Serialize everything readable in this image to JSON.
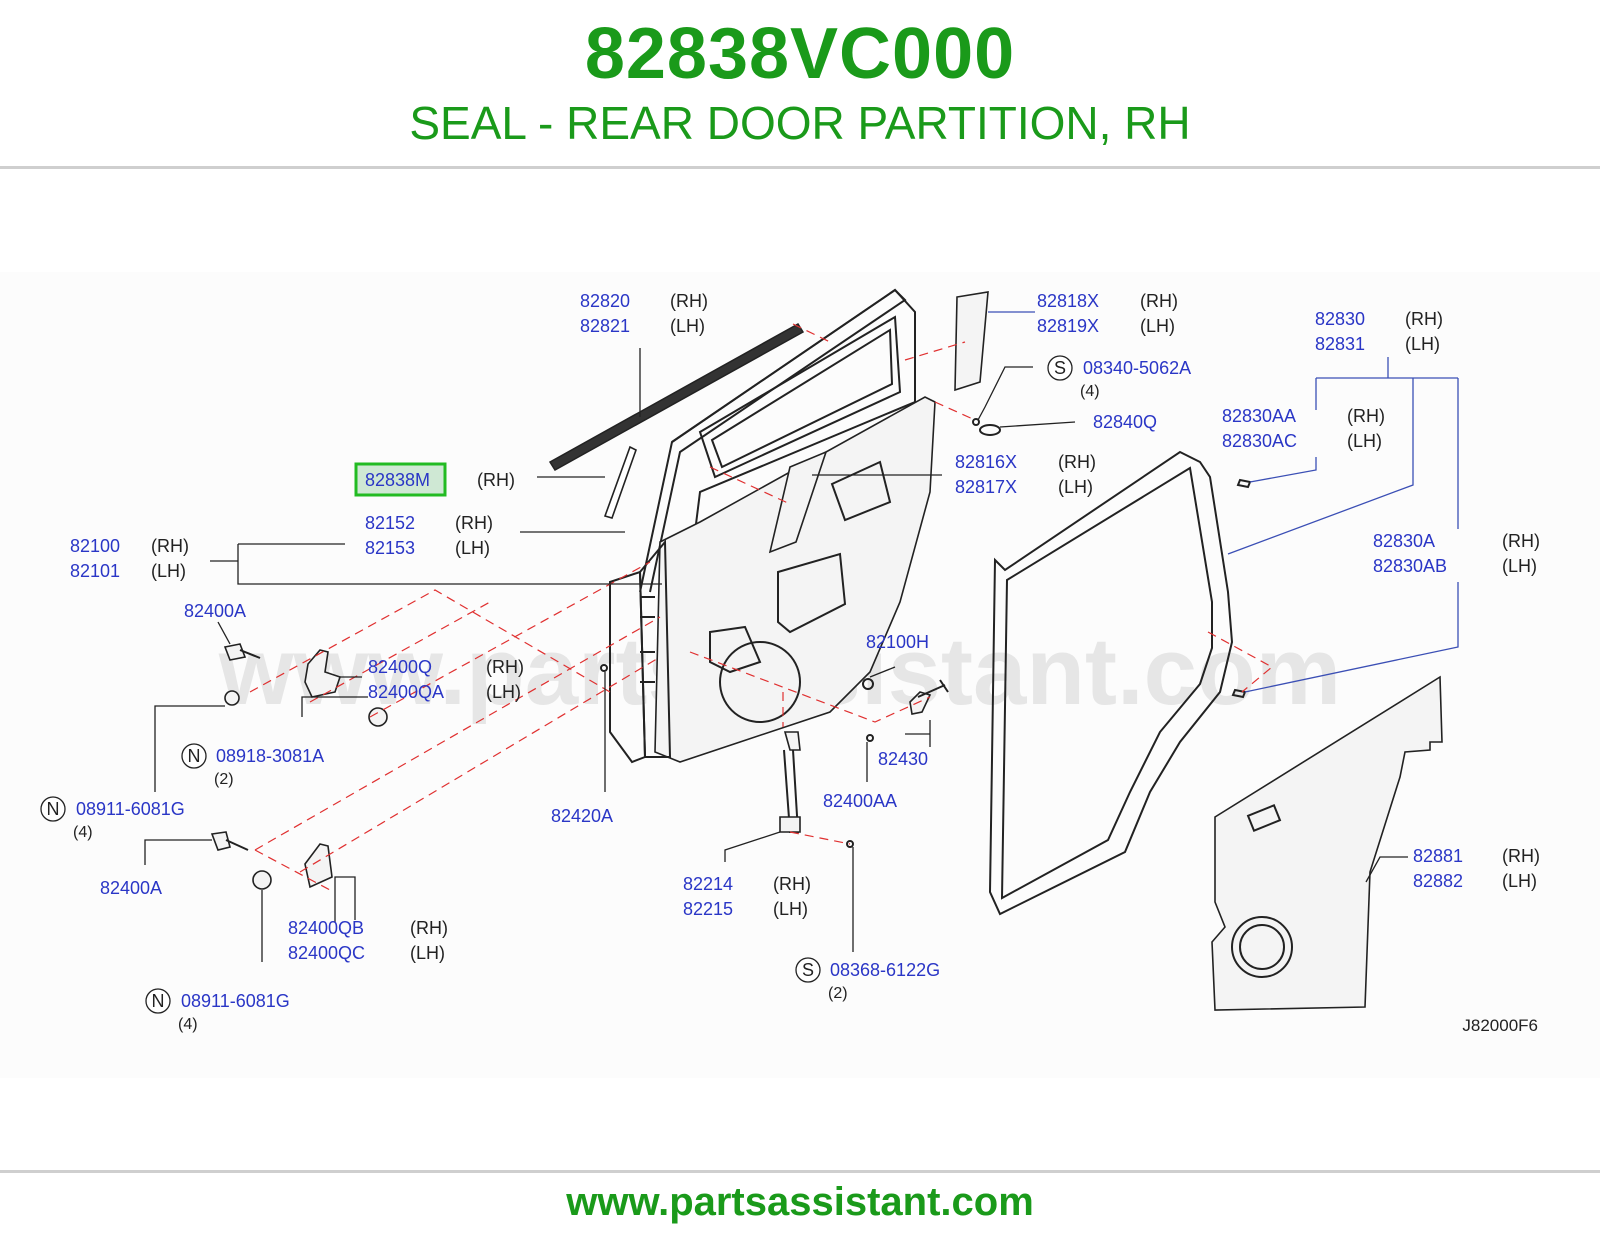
{
  "header": {
    "part_number": "82838VC000",
    "part_title": "SEAL - REAR DOOR PARTITION, RH"
  },
  "diagram": {
    "watermark": "www.partsassistant.com",
    "code": "J82000F6",
    "highlight_color": "#22bb22",
    "label_color": "#2a36c6",
    "callouts": [
      {
        "id": "c1",
        "codes": [
          "82820",
          "82821"
        ],
        "sides": [
          "(RH)",
          "(LH)"
        ]
      },
      {
        "id": "c2",
        "codes": [
          "82818X",
          "82819X"
        ],
        "sides": [
          "(RH)",
          "(LH)"
        ]
      },
      {
        "id": "c3",
        "codes": [
          "82830",
          "82831"
        ],
        "sides": [
          "(RH)",
          "(LH)"
        ]
      },
      {
        "id": "c4",
        "codes": [
          "08340-5062A"
        ],
        "prefix": "S",
        "qty": "(4)"
      },
      {
        "id": "c5",
        "codes": [
          "82840Q"
        ]
      },
      {
        "id": "c6",
        "codes": [
          "82830AA",
          "82830AC"
        ],
        "sides": [
          "(RH)",
          "(LH)"
        ]
      },
      {
        "id": "c7",
        "codes": [
          "82838M"
        ],
        "sides": [
          "(RH)"
        ],
        "highlighted": true
      },
      {
        "id": "c8",
        "codes": [
          "82816X",
          "82817X"
        ],
        "sides": [
          "(RH)",
          "(LH)"
        ]
      },
      {
        "id": "c9",
        "codes": [
          "82152",
          "82153"
        ],
        "sides": [
          "(RH)",
          "(LH)"
        ]
      },
      {
        "id": "c10",
        "codes": [
          "82100",
          "82101"
        ],
        "sides": [
          "(RH)",
          "(LH)"
        ]
      },
      {
        "id": "c11",
        "codes": [
          "82830A",
          "82830AB"
        ],
        "sides": [
          "(RH)",
          "(LH)"
        ]
      },
      {
        "id": "c12",
        "codes": [
          "82400A"
        ]
      },
      {
        "id": "c13",
        "codes": [
          "82100H"
        ]
      },
      {
        "id": "c14",
        "codes": [
          "82400Q",
          "82400QA"
        ],
        "sides": [
          "(RH)",
          "(LH)"
        ]
      },
      {
        "id": "c15",
        "codes": [
          "08918-3081A"
        ],
        "prefix": "N",
        "qty": "(2)"
      },
      {
        "id": "c16",
        "codes": [
          "82430"
        ]
      },
      {
        "id": "c17",
        "codes": [
          "08911-6081G"
        ],
        "prefix": "N",
        "qty": "(4)"
      },
      {
        "id": "c18",
        "codes": [
          "82400AA"
        ]
      },
      {
        "id": "c19",
        "codes": [
          "82420A"
        ]
      },
      {
        "id": "c20",
        "codes": [
          "82881",
          "82882"
        ],
        "sides": [
          "(RH)",
          "(LH)"
        ]
      },
      {
        "id": "c21",
        "codes": [
          "82214",
          "82215"
        ],
        "sides": [
          "(RH)",
          "(LH)"
        ]
      },
      {
        "id": "c22",
        "codes": [
          "82400A"
        ]
      },
      {
        "id": "c23",
        "codes": [
          "82400QB",
          "82400QC"
        ],
        "sides": [
          "(RH)",
          "(LH)"
        ]
      },
      {
        "id": "c24",
        "codes": [
          "08368-6122G"
        ],
        "prefix": "S",
        "qty": "(2)"
      },
      {
        "id": "c25",
        "codes": [
          "08911-6081G"
        ],
        "prefix": "N",
        "qty": "(4)"
      }
    ]
  },
  "footer": {
    "url": "www.partsassistant.com"
  }
}
